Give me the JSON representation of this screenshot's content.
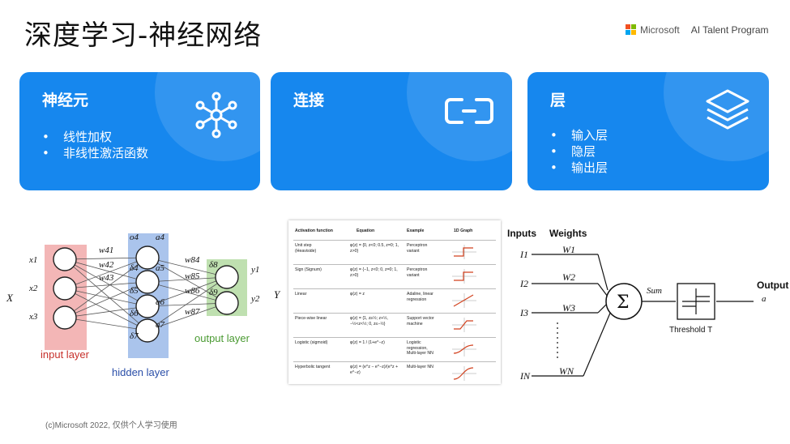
{
  "header": {
    "title": "深度学习-神经网络",
    "brand": "Microsoft",
    "program": "AI Talent Program",
    "logo_colors": [
      "#f25022",
      "#7fba00",
      "#00a4ef",
      "#ffb900"
    ]
  },
  "colors": {
    "card_bg": "#1687ee",
    "input_layer": "#f3b6b6",
    "hidden_layer": "#aac4ec",
    "output_layer": "#bfe0b0"
  },
  "cards": [
    {
      "title": "神经元",
      "bullets": [
        "线性加权",
        "非线性激活函数"
      ],
      "icon": "neuron-network-icon"
    },
    {
      "title": "连接",
      "bullets": [],
      "icon": "link-icon"
    },
    {
      "title": "层",
      "bullets": [
        "输入层",
        "隐层",
        "输出层"
      ],
      "icon": "layers-icon"
    }
  ],
  "network_diagram": {
    "input_label": "X",
    "output_label": "Y",
    "inputs": [
      "x1",
      "x2",
      "x3"
    ],
    "hidden_top": [
      "o4",
      "a4"
    ],
    "hidden_deltas": [
      "δ4",
      "δ5",
      "δ6",
      "δ7"
    ],
    "hidden_acts": [
      "a5",
      "a6",
      "a7"
    ],
    "weights": [
      "w41",
      "w42",
      "w43",
      "w84",
      "w85",
      "w86",
      "w87"
    ],
    "output_deltas": [
      "δ8",
      "δ9"
    ],
    "outputs": [
      "y1",
      "y2"
    ],
    "input_layer_label": "input layer",
    "hidden_layer_label": "hidden layer",
    "output_layer_label": "output layer"
  },
  "activation_table": {
    "headers": [
      "Activation function",
      "Equation",
      "Example",
      "1D Graph"
    ],
    "rows": [
      {
        "name": "Unit step\n(Heaviside)",
        "equation": "φ(z) = {0, z<0; 0.5, z=0; 1, z>0}",
        "example": "Perceptron\nvariant"
      },
      {
        "name": "Sign (Signum)",
        "equation": "φ(z) = {−1, z<0; 0, z=0; 1, z>0}",
        "example": "Perceptron\nvariant"
      },
      {
        "name": "Linear",
        "equation": "φ(z) = z",
        "example": "Adaline, linear\nregression"
      },
      {
        "name": "Piece-wise linear",
        "equation": "φ(z) = {1, z≥½; z+½, −½<z<½; 0, z≤−½}",
        "example": "Support vector\nmachine"
      },
      {
        "name": "Logistic (sigmoid)",
        "equation": "φ(z) = 1 / (1+e^−z)",
        "example": "Logistic\nregression,\nMulti-layer NN"
      },
      {
        "name": "Hyperbolic tangent",
        "equation": "φ(z) = (e^z − e^−z)/(e^z + e^−z)",
        "example": "Multi-layer NN"
      }
    ]
  },
  "perceptron": {
    "inputs_label": "Inputs",
    "weights_label": "Weights",
    "inputs": [
      "I1",
      "I2",
      "I3",
      "IN"
    ],
    "weights": [
      "W1",
      "W2",
      "W3",
      "WN"
    ],
    "sum_symbol": "Σ",
    "sum_label": "Sum",
    "threshold_label": "Threshold T",
    "output_label": "Output",
    "output_symbol": "a"
  },
  "footer": "(c)Microsoft 2022, 仅供个人学习使用"
}
